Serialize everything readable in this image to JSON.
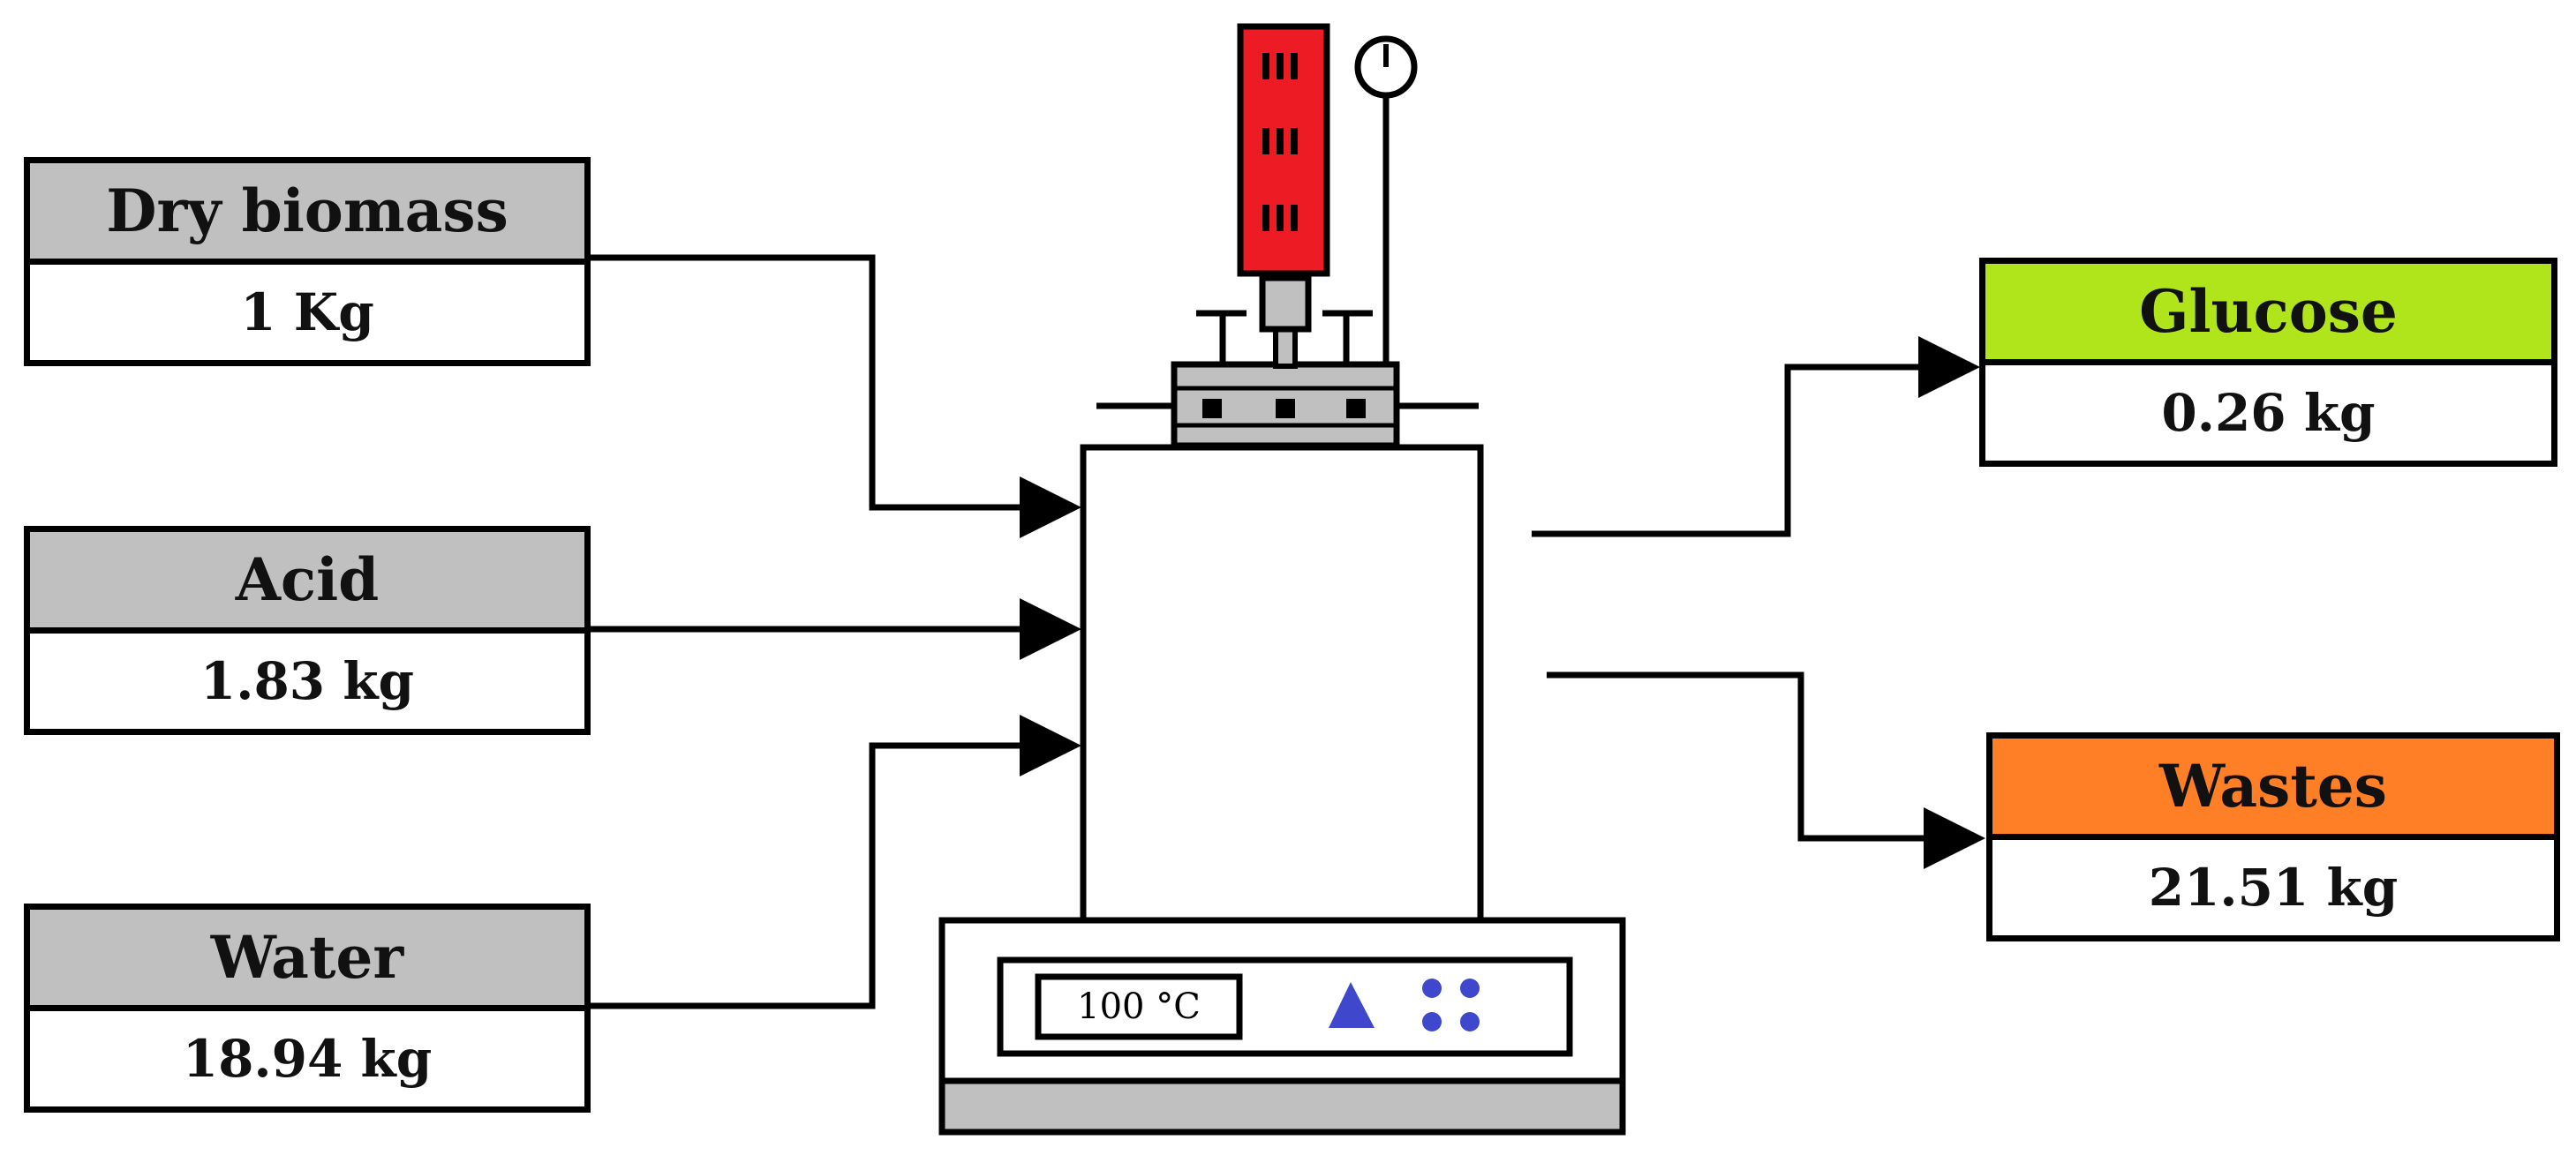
{
  "inputs": [
    {
      "name": "Dry biomass",
      "amount": "1 Kg",
      "color": "#c0c0c0"
    },
    {
      "name": "Acid",
      "amount": "1.83 kg",
      "color": "#c0c0c0"
    },
    {
      "name": "Water",
      "amount": "18.94 kg",
      "color": "#c0c0c0"
    }
  ],
  "outputs": [
    {
      "name": "Glucose",
      "amount": "0.26 kg",
      "color": "#b0e51c"
    },
    {
      "name": "Wastes",
      "amount": "21.51 kg",
      "color": "#ff7f27"
    }
  ],
  "reactor": {
    "temperature_display": "100 °C",
    "motor_color": "#ed1c24",
    "indicator_color": "#3f48cc",
    "icons": [
      "pressure-gauge-icon",
      "triangle-icon",
      "four-dots-icon"
    ]
  }
}
